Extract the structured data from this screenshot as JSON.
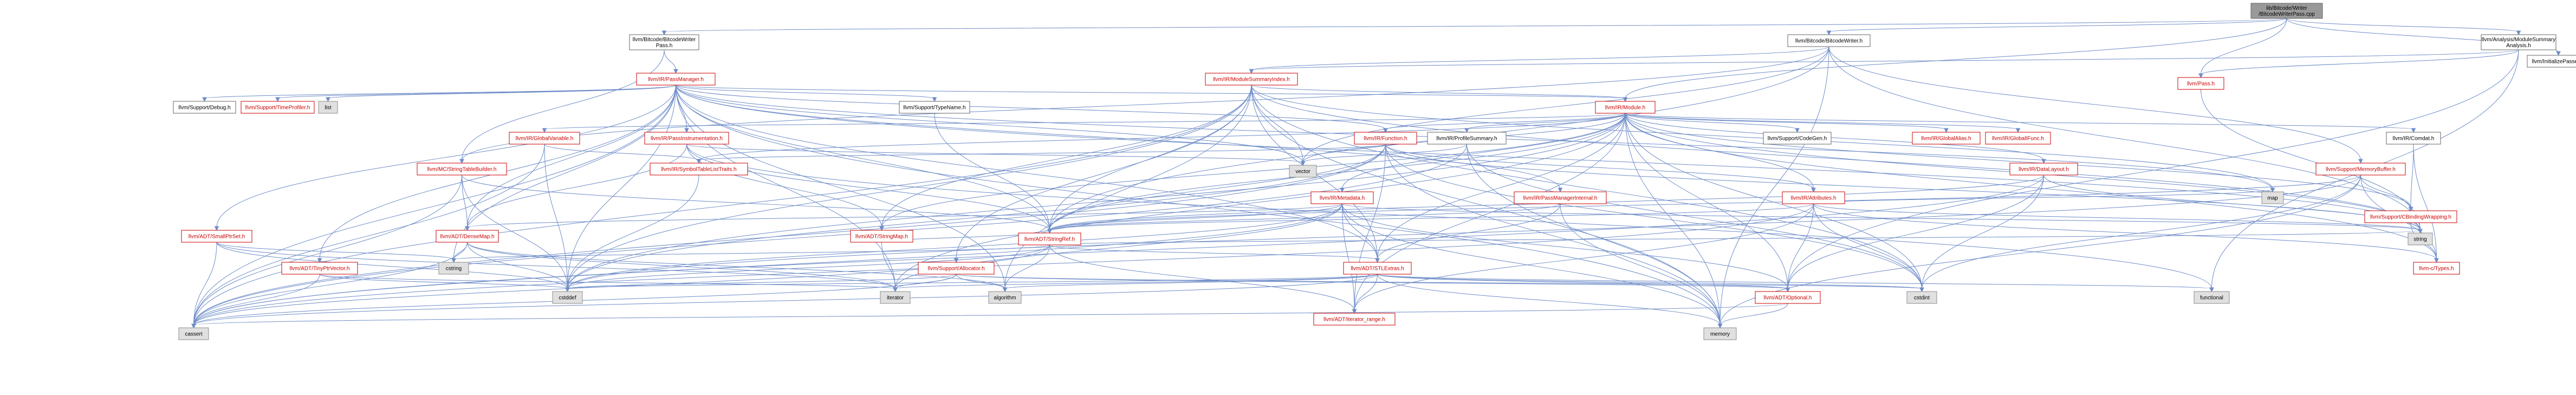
{
  "colors": {
    "root_fill": "#999999",
    "node_fill": "#ffffff",
    "node_border_red": "#cc0000",
    "node_border_gray": "#8c8c8c",
    "system_fill": "#e0e0e0",
    "edge": "#6e8cc8"
  },
  "nodes": [
    {
      "id": "root",
      "lines": [
        "lib/Bitcode/Writer",
        "/BitcodeWriterPass.cpp"
      ],
      "kind": "root"
    },
    {
      "id": "bwp",
      "lines": [
        "llvm/Bitcode/BitcodeWriter",
        "Pass.h"
      ],
      "kind": "plain"
    },
    {
      "id": "bw",
      "lines": [
        "llvm/Bitcode/BitcodeWriter.h"
      ],
      "kind": "plain"
    },
    {
      "id": "amsa",
      "lines": [
        "llvm/Analysis/ModuleSummary",
        "Analysis.h"
      ],
      "kind": "plain"
    },
    {
      "id": "ip",
      "lines": [
        "llvm/InitializePasses.h"
      ],
      "kind": "plain"
    },
    {
      "id": "pm",
      "lines": [
        "llvm/IR/PassManager.h"
      ],
      "kind": "red"
    },
    {
      "id": "msi",
      "lines": [
        "llvm/IR/ModuleSummaryIndex.h"
      ],
      "kind": "red"
    },
    {
      "id": "pass",
      "lines": [
        "llvm/Pass.h"
      ],
      "kind": "red"
    },
    {
      "id": "debug",
      "lines": [
        "llvm/Support/Debug.h"
      ],
      "kind": "plain"
    },
    {
      "id": "timep",
      "lines": [
        "llvm/Support/TimeProfiler.h"
      ],
      "kind": "red"
    },
    {
      "id": "list",
      "lines": [
        "list"
      ],
      "kind": "system"
    },
    {
      "id": "typename",
      "lines": [
        "llvm/Support/TypeName.h"
      ],
      "kind": "plain"
    },
    {
      "id": "module",
      "lines": [
        "llvm/IR/Module.h"
      ],
      "kind": "red"
    },
    {
      "id": "codegen",
      "lines": [
        "llvm/Support/CodeGen.h"
      ],
      "kind": "plain"
    },
    {
      "id": "galias",
      "lines": [
        "llvm/IR/GlobalAlias.h"
      ],
      "kind": "red"
    },
    {
      "id": "gifunc",
      "lines": [
        "llvm/IR/GlobalIFunc.h"
      ],
      "kind": "red"
    },
    {
      "id": "gvar",
      "lines": [
        "llvm/IR/GlobalVariable.h"
      ],
      "kind": "red"
    },
    {
      "id": "passinst",
      "lines": [
        "llvm/IR/PassInstrumentation.h"
      ],
      "kind": "red"
    },
    {
      "id": "function",
      "lines": [
        "llvm/IR/Function.h"
      ],
      "kind": "red"
    },
    {
      "id": "profsum",
      "lines": [
        "llvm/IR/ProfileSummary.h"
      ],
      "kind": "plain"
    },
    {
      "id": "comdat",
      "lines": [
        "llvm/IR/Comdat.h"
      ],
      "kind": "plain"
    },
    {
      "id": "memb",
      "lines": [
        "llvm/Support/MemoryBuffer.h"
      ],
      "kind": "red"
    },
    {
      "id": "dlayout",
      "lines": [
        "llvm/IR/DataLayout.h"
      ],
      "kind": "red"
    },
    {
      "id": "mcstsb",
      "lines": [
        "llvm/MC/StringTableBuilder.h"
      ],
      "kind": "red"
    },
    {
      "id": "symtab",
      "lines": [
        "llvm/IR/SymbolTableListTraits.h"
      ],
      "kind": "red"
    },
    {
      "id": "vector",
      "lines": [
        "vector"
      ],
      "kind": "system"
    },
    {
      "id": "metadata",
      "lines": [
        "llvm/IR/Metadata.h"
      ],
      "kind": "red"
    },
    {
      "id": "pmint",
      "lines": [
        "llvm/IR/PassManagerInternal.h"
      ],
      "kind": "red"
    },
    {
      "id": "attrs",
      "lines": [
        "llvm/IR/Attributes.h"
      ],
      "kind": "red"
    },
    {
      "id": "map",
      "lines": [
        "map"
      ],
      "kind": "system"
    },
    {
      "id": "cbw",
      "lines": [
        "llvm/Support/CBindingWrapping.h"
      ],
      "kind": "red"
    },
    {
      "id": "smallptrset",
      "lines": [
        "llvm/ADT/SmallPtrSet.h"
      ],
      "kind": "red"
    },
    {
      "id": "densemap",
      "lines": [
        "llvm/ADT/DenseMap.h"
      ],
      "kind": "red"
    },
    {
      "id": "stringmap",
      "lines": [
        "llvm/ADT/StringMap.h"
      ],
      "kind": "red"
    },
    {
      "id": "stringref",
      "lines": [
        "llvm/ADT/StringRef.h"
      ],
      "kind": "red"
    },
    {
      "id": "string",
      "lines": [
        "string"
      ],
      "kind": "system"
    },
    {
      "id": "ctypes",
      "lines": [
        "llvm-c/Types.h"
      ],
      "kind": "red"
    },
    {
      "id": "tinyptr",
      "lines": [
        "llvm/ADT/TinyPtrVector.h"
      ],
      "kind": "red"
    },
    {
      "id": "cstring",
      "lines": [
        "cstring"
      ],
      "kind": "system"
    },
    {
      "id": "allocator",
      "lines": [
        "llvm/Support/Allocator.h"
      ],
      "kind": "red"
    },
    {
      "id": "stlextras",
      "lines": [
        "llvm/ADT/STLExtras.h"
      ],
      "kind": "red"
    },
    {
      "id": "cstddef",
      "lines": [
        "cstddef"
      ],
      "kind": "system"
    },
    {
      "id": "iterator",
      "lines": [
        "iterator"
      ],
      "kind": "system"
    },
    {
      "id": "algorithm",
      "lines": [
        "algorithm"
      ],
      "kind": "system"
    },
    {
      "id": "itrange",
      "lines": [
        "llvm/ADT/iterator_range.h"
      ],
      "kind": "red"
    },
    {
      "id": "optional",
      "lines": [
        "llvm/ADT/Optional.h"
      ],
      "kind": "red"
    },
    {
      "id": "cstdint",
      "lines": [
        "cstdint"
      ],
      "kind": "system"
    },
    {
      "id": "functional",
      "lines": [
        "functional"
      ],
      "kind": "system"
    },
    {
      "id": "cassert",
      "lines": [
        "cassert"
      ],
      "kind": "system"
    },
    {
      "id": "memory",
      "lines": [
        "memory"
      ],
      "kind": "system"
    }
  ],
  "edges": [
    [
      "root",
      "bwp"
    ],
    [
      "root",
      "bw"
    ],
    [
      "root",
      "amsa"
    ],
    [
      "root",
      "ip"
    ],
    [
      "root",
      "pass"
    ],
    [
      "root",
      "module"
    ],
    [
      "bwp",
      "pm"
    ],
    [
      "bwp",
      "mcstsb"
    ],
    [
      "bw",
      "msi"
    ],
    [
      "bw",
      "mcstsb"
    ],
    [
      "bw",
      "memb"
    ],
    [
      "bw",
      "stringref"
    ],
    [
      "bw",
      "string"
    ],
    [
      "bw",
      "vector"
    ],
    [
      "bw",
      "memory"
    ],
    [
      "amsa",
      "msi"
    ],
    [
      "amsa",
      "pass"
    ],
    [
      "amsa",
      "optional"
    ],
    [
      "amsa",
      "functional"
    ],
    [
      "pm",
      "debug"
    ],
    [
      "pm",
      "timep"
    ],
    [
      "pm",
      "list"
    ],
    [
      "pm",
      "typename"
    ],
    [
      "pm",
      "module"
    ],
    [
      "pm",
      "function"
    ],
    [
      "pm",
      "passinst"
    ],
    [
      "pm",
      "pmint"
    ],
    [
      "pm",
      "densemap"
    ],
    [
      "pm",
      "smallptrset"
    ],
    [
      "pm",
      "tinyptr"
    ],
    [
      "pm",
      "stringref"
    ],
    [
      "pm",
      "stlextras"
    ],
    [
      "pm",
      "cassert"
    ],
    [
      "pm",
      "cstring"
    ],
    [
      "pm",
      "iterator"
    ],
    [
      "pm",
      "vector"
    ],
    [
      "pm",
      "memory"
    ],
    [
      "pm",
      "map"
    ],
    [
      "pm",
      "algorithm"
    ],
    [
      "pm",
      "cstddef"
    ],
    [
      "pm",
      "string"
    ],
    [
      "msi",
      "module"
    ],
    [
      "msi",
      "stringmap"
    ],
    [
      "msi",
      "stringref"
    ],
    [
      "msi",
      "stlextras"
    ],
    [
      "msi",
      "allocator"
    ],
    [
      "msi",
      "cstdint"
    ],
    [
      "msi",
      "map"
    ],
    [
      "msi",
      "vector"
    ],
    [
      "msi",
      "string"
    ],
    [
      "msi",
      "memory"
    ],
    [
      "msi",
      "algorithm"
    ],
    [
      "msi",
      "cassert"
    ],
    [
      "msi",
      "cstddef"
    ],
    [
      "pass",
      "string"
    ],
    [
      "typename",
      "stringref"
    ],
    [
      "module",
      "codegen"
    ],
    [
      "module",
      "galias"
    ],
    [
      "module",
      "gifunc"
    ],
    [
      "module",
      "gvar"
    ],
    [
      "module",
      "function"
    ],
    [
      "module",
      "profsum"
    ],
    [
      "module",
      "comdat"
    ],
    [
      "module",
      "dlayout"
    ],
    [
      "module",
      "attrs"
    ],
    [
      "module",
      "metadata"
    ],
    [
      "module",
      "symtab"
    ],
    [
      "module",
      "stringmap"
    ],
    [
      "module",
      "stringref"
    ],
    [
      "module",
      "ctypes"
    ],
    [
      "module",
      "cbw"
    ],
    [
      "module",
      "optional"
    ],
    [
      "module",
      "itrange"
    ],
    [
      "module",
      "stlextras"
    ],
    [
      "module",
      "cstddef"
    ],
    [
      "module",
      "cstdint"
    ],
    [
      "module",
      "iterator"
    ],
    [
      "module",
      "memory"
    ],
    [
      "module",
      "string"
    ],
    [
      "module",
      "vector"
    ],
    [
      "gvar",
      "symtab"
    ],
    [
      "gvar",
      "cstddef"
    ],
    [
      "gvar",
      "cassert"
    ],
    [
      "passinst",
      "stringref"
    ],
    [
      "passinst",
      "functional"
    ],
    [
      "passinst",
      "vector"
    ],
    [
      "passinst",
      "stringmap"
    ],
    [
      "passinst",
      "densemap"
    ],
    [
      "function",
      "attrs"
    ],
    [
      "function",
      "symtab"
    ],
    [
      "function",
      "stringref"
    ],
    [
      "function",
      "itrange"
    ],
    [
      "function",
      "cassert"
    ],
    [
      "function",
      "cstddef"
    ],
    [
      "function",
      "cstdint"
    ],
    [
      "function",
      "memory"
    ],
    [
      "function",
      "string"
    ],
    [
      "profsum",
      "vector"
    ],
    [
      "profsum",
      "memory"
    ],
    [
      "profsum",
      "cassert"
    ],
    [
      "profsum",
      "cstdint"
    ],
    [
      "comdat",
      "ctypes"
    ],
    [
      "comdat",
      "cbw"
    ],
    [
      "memb",
      "ctypes"
    ],
    [
      "memb",
      "cbw"
    ],
    [
      "memb",
      "stringref"
    ],
    [
      "memb",
      "cstddef"
    ],
    [
      "memb",
      "cstdint"
    ],
    [
      "memb",
      "memory"
    ],
    [
      "dlayout",
      "stringref"
    ],
    [
      "dlayout",
      "optional"
    ],
    [
      "dlayout",
      "cassert"
    ],
    [
      "dlayout",
      "cstdint"
    ],
    [
      "dlayout",
      "string"
    ],
    [
      "mcstsb",
      "densemap"
    ],
    [
      "mcstsb",
      "stringref"
    ],
    [
      "mcstsb",
      "cstddef"
    ],
    [
      "mcstsb",
      "cassert"
    ],
    [
      "symtab",
      "cstddef"
    ],
    [
      "metadata",
      "stringref"
    ],
    [
      "metadata",
      "stlextras"
    ],
    [
      "metadata",
      "densemap"
    ],
    [
      "metadata",
      "itrange"
    ],
    [
      "metadata",
      "optional"
    ],
    [
      "metadata",
      "cassert"
    ],
    [
      "metadata",
      "cstddef"
    ],
    [
      "metadata",
      "iterator"
    ],
    [
      "metadata",
      "memory"
    ],
    [
      "metadata",
      "string"
    ],
    [
      "pmint",
      "stlextras"
    ],
    [
      "pmint",
      "stringref"
    ],
    [
      "pmint",
      "memory"
    ],
    [
      "attrs",
      "stringref"
    ],
    [
      "attrs",
      "optional"
    ],
    [
      "attrs",
      "itrange"
    ],
    [
      "attrs",
      "ctypes"
    ],
    [
      "attrs",
      "cassert"
    ],
    [
      "attrs",
      "map"
    ],
    [
      "attrs",
      "string"
    ],
    [
      "attrs",
      "cstdint"
    ],
    [
      "smallptrset",
      "cassert"
    ],
    [
      "smallptrset",
      "cstring"
    ],
    [
      "smallptrset",
      "cstddef"
    ],
    [
      "smallptrset",
      "iterator"
    ],
    [
      "densemap",
      "cstring"
    ],
    [
      "densemap",
      "algorithm"
    ],
    [
      "densemap",
      "cassert"
    ],
    [
      "densemap",
      "cstddef"
    ],
    [
      "densemap",
      "iterator"
    ],
    [
      "stringmap",
      "stringref"
    ],
    [
      "stringmap",
      "iterator"
    ],
    [
      "stringref",
      "stlextras"
    ],
    [
      "stringref",
      "itrange"
    ],
    [
      "stringref",
      "algorithm"
    ],
    [
      "stringref",
      "cassert"
    ],
    [
      "stringref",
      "cstddef"
    ],
    [
      "stringref",
      "cstring"
    ],
    [
      "stringref",
      "string"
    ],
    [
      "tinyptr",
      "cassert"
    ],
    [
      "tinyptr",
      "cstddef"
    ],
    [
      "tinyptr",
      "iterator"
    ],
    [
      "allocator",
      "cassert"
    ],
    [
      "allocator",
      "cstddef"
    ],
    [
      "allocator",
      "cstdint"
    ],
    [
      "allocator",
      "algorithm"
    ],
    [
      "allocator",
      "iterator"
    ],
    [
      "allocator",
      "optional"
    ],
    [
      "stlextras",
      "optional"
    ],
    [
      "stlextras",
      "itrange"
    ],
    [
      "stlextras",
      "cassert"
    ],
    [
      "stlextras",
      "cstddef"
    ],
    [
      "stlextras",
      "cstdint"
    ],
    [
      "stlextras",
      "functional"
    ],
    [
      "stlextras",
      "iterator"
    ],
    [
      "stlextras",
      "memory"
    ],
    [
      "stlextras",
      "algorithm"
    ],
    [
      "optional",
      "cassert"
    ],
    [
      "optional",
      "memory"
    ],
    [
      "cbw",
      "ctypes"
    ]
  ]
}
